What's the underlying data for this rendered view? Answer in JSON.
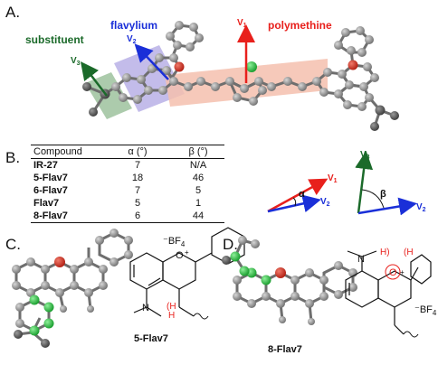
{
  "panels": {
    "a": "A.",
    "b": "B.",
    "c": "C.",
    "d": "D."
  },
  "labels": {
    "substituent": "substituent",
    "flavylium": "flavylium",
    "polymethine": "polymethine",
    "v1": "V",
    "v2": "V",
    "v3": "V",
    "sub1": "1",
    "sub2": "2",
    "sub3": "3",
    "alpha": "α",
    "beta": "β"
  },
  "table": {
    "headers": [
      "Compound",
      "α (°)",
      "β (°)"
    ],
    "rows": [
      [
        "IR-27",
        "7",
        "N/A"
      ],
      [
        "5-Flav7",
        "18",
        "46"
      ],
      [
        "6-Flav7",
        "7",
        "5"
      ],
      [
        "Flav7",
        "5",
        "1"
      ],
      [
        "8-Flav7",
        "6",
        "44"
      ]
    ]
  },
  "structures": {
    "c_name": "5-Flav7",
    "d_name": "8-Flav7",
    "bf4": "BF",
    "bf4_sub": "4",
    "bf4_minus": "⁻",
    "oxygen": "O",
    "plus": "+",
    "nitrogen": "N",
    "h": "H",
    "h_open": "(H",
    "h_close": "H)"
  },
  "colors": {
    "red_vector": "#e8201c",
    "blue_vector": "#1a2fd8",
    "green_vector": "#1b6a2a",
    "substituent_text": "#1b6a2a",
    "flavylium_text": "#1a2fd8",
    "polymethine_text": "#e8201c",
    "green_highlight": "#9ec29e",
    "purple_highlight": "#b8b0e6",
    "salmon_highlight": "#f5bfae",
    "atom_gray": "#8e8e8e",
    "atom_red": "#d42a1e",
    "atom_green": "#22c43a"
  }
}
